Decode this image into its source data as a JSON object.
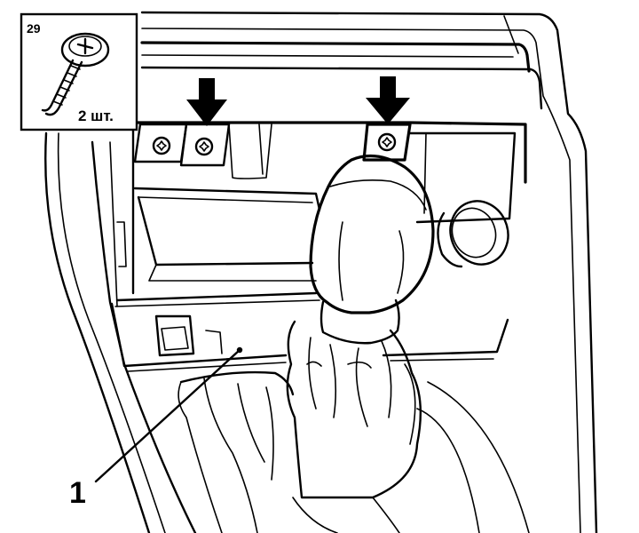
{
  "inset": {
    "number": "29",
    "quantity": "2 шт."
  },
  "callouts": [
    {
      "text": "1"
    }
  ],
  "icons": {
    "arrow": "down-arrow-icon",
    "screw": "screw-icon",
    "torx": "torx-screw-icon"
  },
  "colors": {
    "ink": "#000000",
    "paper": "#ffffff",
    "shade": "#f2f2f2"
  }
}
